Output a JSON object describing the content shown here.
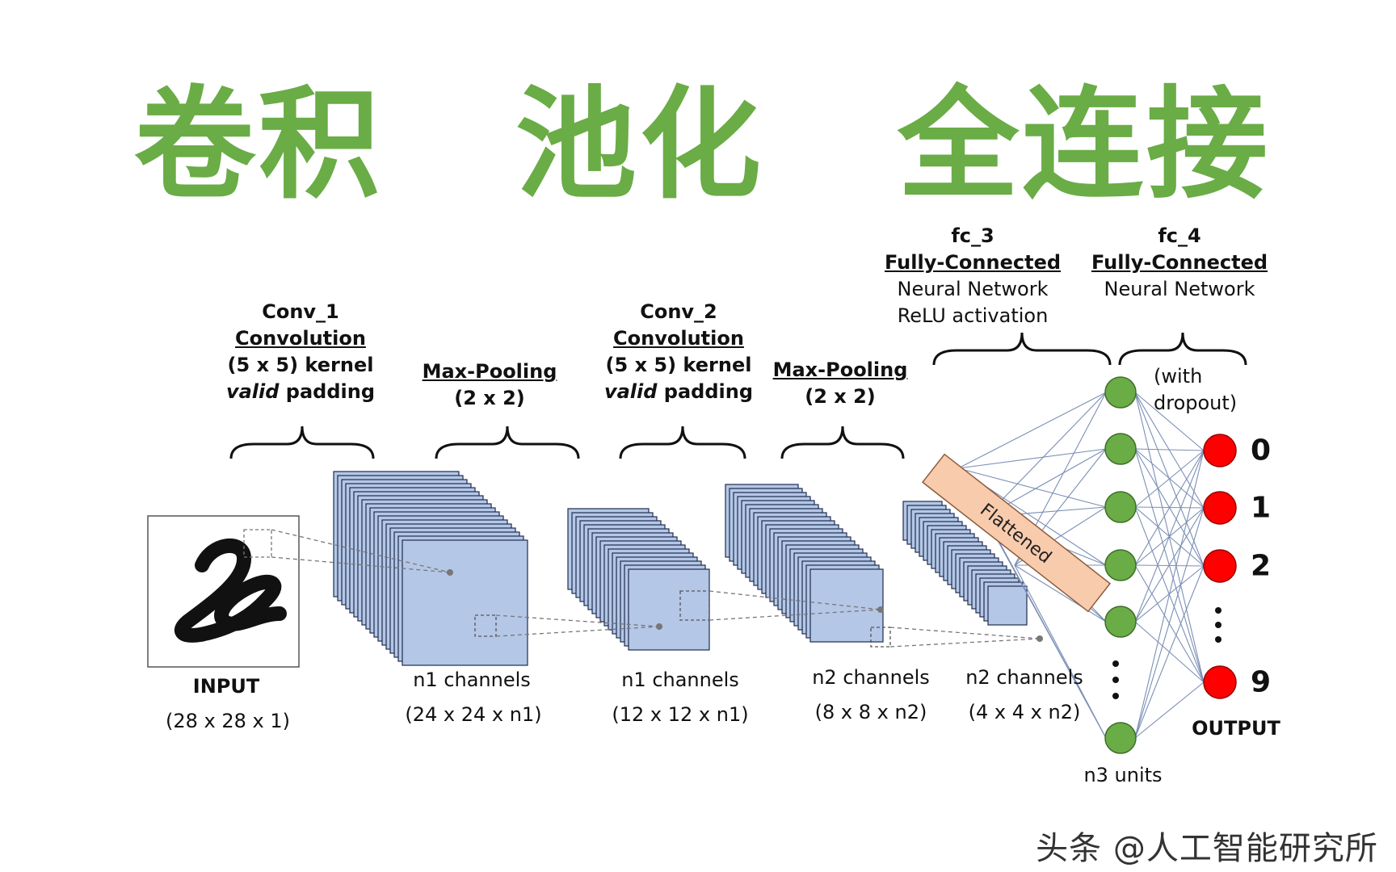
{
  "headings": {
    "conv": "卷积",
    "pool": "池化",
    "fc": "全连接"
  },
  "layers": {
    "conv1": {
      "name": "Conv_1",
      "type": "Convolution",
      "kernel": "(5 x 5) kernel",
      "padding_word": "valid",
      "padding_rest": " padding"
    },
    "pool1": {
      "name": "Max-Pooling",
      "size": "(2 x 2)"
    },
    "conv2": {
      "name": "Conv_2",
      "type": "Convolution",
      "kernel": "(5 x 5) kernel",
      "padding_word": "valid",
      "padding_rest": " padding"
    },
    "pool2": {
      "name": "Max-Pooling",
      "size": "(2 x 2)"
    },
    "fc3": {
      "name": "fc_3",
      "type": "Fully-Connected",
      "desc": "Neural Network",
      "activation": "ReLU activation"
    },
    "fc4": {
      "name": "fc_4",
      "type": "Fully-Connected",
      "desc": "Neural Network"
    }
  },
  "dropout": {
    "line1": "(with",
    "line2": "dropout)"
  },
  "flattened": "Flattened",
  "shapes": {
    "input": {
      "name": "INPUT",
      "dims": "(28 x 28 x 1)"
    },
    "c1": {
      "name": "n1 channels",
      "dims": "(24 x 24 x n1)"
    },
    "p1": {
      "name": "n1 channels",
      "dims": "(12 x 12 x n1)"
    },
    "c2": {
      "name": "n2 channels",
      "dims": "(8 x 8 x n2)"
    },
    "p2": {
      "name": "n2 channels",
      "dims": "(4 x 4 x n2)"
    }
  },
  "hidden_units_label": "n3 units",
  "outputs": {
    "labels": [
      "0",
      "1",
      "2",
      "9"
    ],
    "label": "OUTPUT"
  },
  "watermark": "头条 @人工智能研究所",
  "colors": {
    "heading": "#6aac46",
    "fmap_fill": "#b4c7e7",
    "hidden_node": "#6aac46",
    "output_node": "#ff0000",
    "flatten_bar": "#f8cbad"
  }
}
